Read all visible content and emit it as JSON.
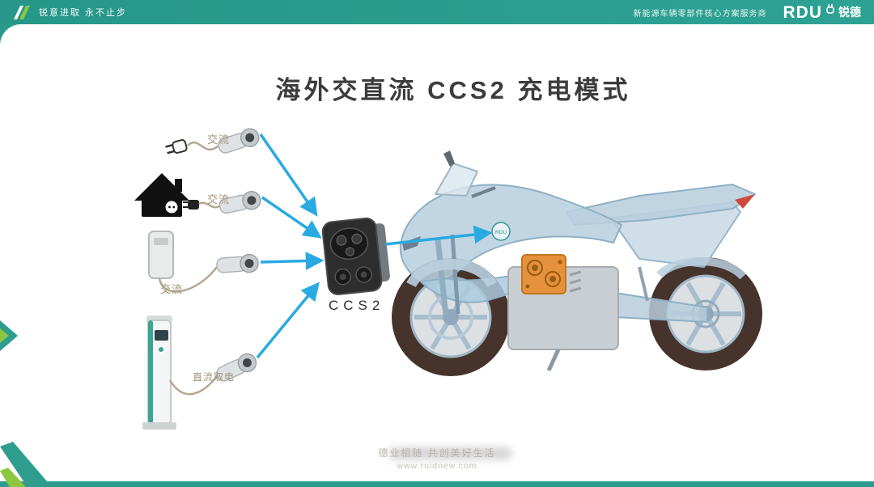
{
  "header": {
    "slogan": "锐意进取 永不止步",
    "tagline": "新能源车辆零部件核心方案服务商",
    "brand": "RDU",
    "brand_cn": "锐德"
  },
  "slide": {
    "title": "海外交直流 CCS2 充电模式"
  },
  "diagram": {
    "sources": [
      {
        "name": "ac-plug",
        "label": "交流"
      },
      {
        "name": "home-socket",
        "label": "交流"
      },
      {
        "name": "wallbox-charger",
        "label": "交流"
      },
      {
        "name": "dc-charging-pillar",
        "label": "直流取电"
      }
    ],
    "connector": {
      "label": "CCS2"
    },
    "bike_badge": "RDU"
  },
  "footer": {
    "slogan": "德业相随 共创美好生活",
    "website": "www.ruidnew.com"
  },
  "colors": {
    "brand_teal": "#2B9A8C",
    "brand_green": "#8DC63F",
    "arrow_cyan": "#29AAE1",
    "controller_orange": "#E6913B"
  }
}
